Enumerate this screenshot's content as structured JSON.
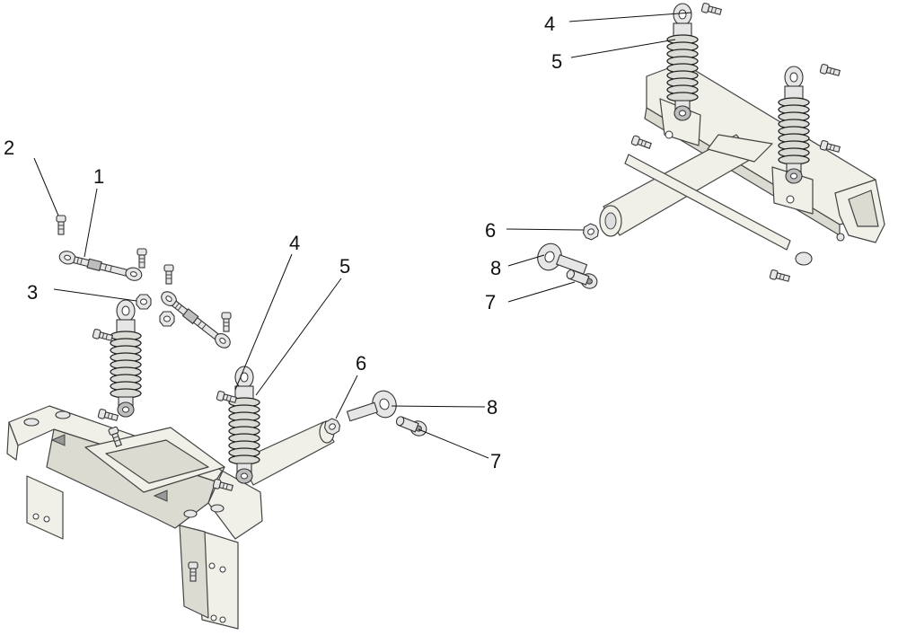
{
  "callouts": {
    "n1": "1",
    "n2": "2",
    "n3": "3",
    "n4": "4",
    "n5": "5",
    "n6": "6",
    "n7": "7",
    "n8": "8"
  },
  "colors": {
    "frame": "#f0efe8",
    "line": "#222222",
    "hardware": "#e6e6e6"
  }
}
